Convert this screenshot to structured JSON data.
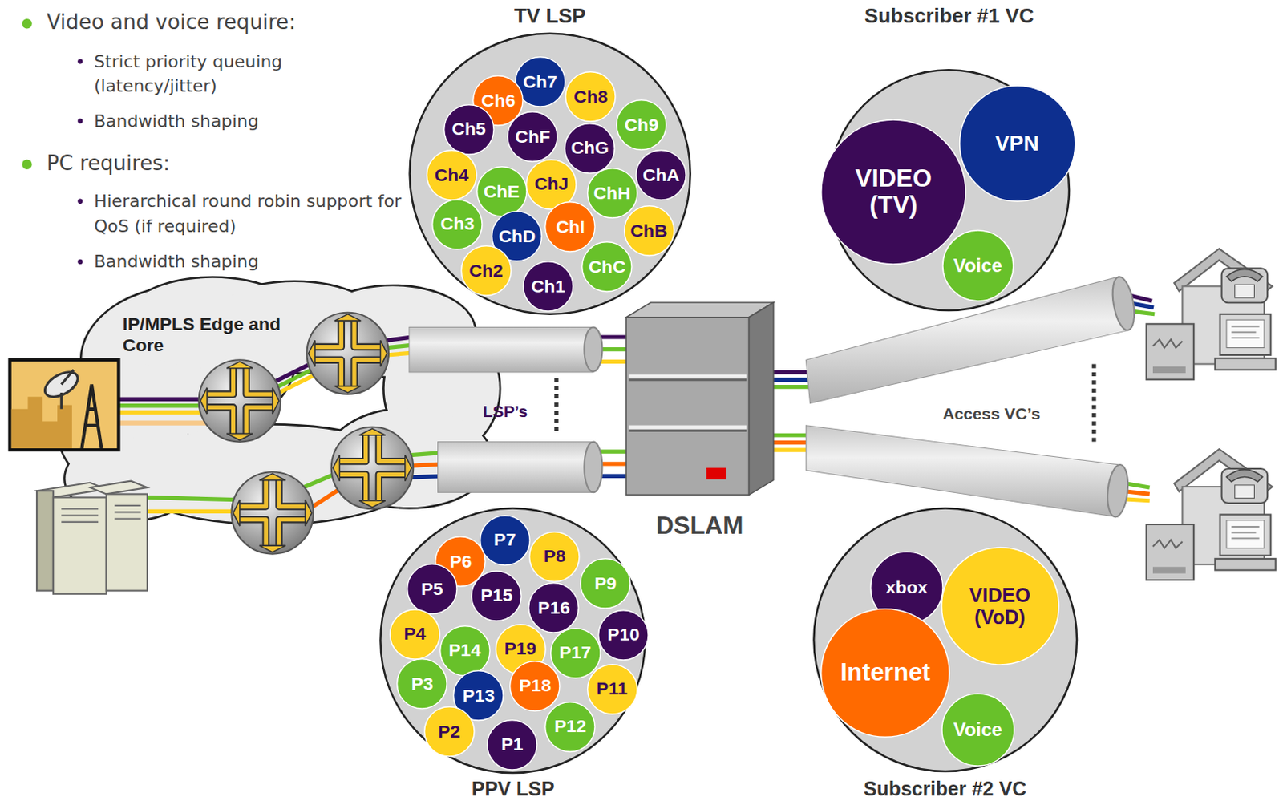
{
  "diagram": {
    "nodes": [
      {
        "text": [
          "TV LSP"
        ]
      },
      {
        "text": [
          "Ch7"
        ],
        "in": 0
      },
      {
        "text": [
          "Ch6"
        ],
        "in": 0
      },
      {
        "text": [
          "Ch8"
        ],
        "in": 0
      },
      {
        "text": [
          "Ch5"
        ],
        "in": 0
      },
      {
        "text": [
          "ChF"
        ],
        "in": 0
      },
      {
        "text": [
          "ChG"
        ],
        "in": 0
      },
      {
        "text": [
          "Ch9"
        ],
        "in": 0
      },
      {
        "text": [
          "Ch4"
        ],
        "in": 0
      },
      {
        "text": [
          "ChA"
        ],
        "in": 0
      },
      {
        "text": [
          "ChE"
        ],
        "in": 0
      },
      {
        "text": [
          "ChJ"
        ],
        "in": 0
      },
      {
        "text": [
          "ChH"
        ],
        "in": 0
      },
      {
        "text": [
          "Ch3"
        ],
        "in": 0
      },
      {
        "text": [
          "ChD"
        ],
        "in": 0
      },
      {
        "text": [
          "ChI"
        ],
        "in": 0
      },
      {
        "text": [
          "ChB"
        ],
        "in": 0
      },
      {
        "text": [
          "Ch2"
        ],
        "in": 0
      },
      {
        "text": [
          "ChC"
        ],
        "in": 0
      },
      {
        "text": [
          "Ch1"
        ],
        "in": 0
      },
      {
        "text": [
          "Subscriber #1 VC"
        ]
      },
      {
        "text": [
          "VIDEO (TV)"
        ],
        "in": 20
      },
      {
        "text": [
          "VPN"
        ],
        "in": 20
      },
      {
        "text": [
          "Voice"
        ],
        "in": 20
      },
      {
        "text": [
          "DSLAM"
        ]
      },
      {
        "text": [
          "PPV LSP"
        ]
      },
      {
        "text": [
          "P7"
        ],
        "in": 25
      },
      {
        "text": [
          "P6"
        ],
        "in": 25
      },
      {
        "text": [
          "P8"
        ],
        "in": 25
      },
      {
        "text": [
          "P5"
        ],
        "in": 25
      },
      {
        "text": [
          "P15"
        ],
        "in": 25
      },
      {
        "text": [
          "P16"
        ],
        "in": 25
      },
      {
        "text": [
          "P9"
        ],
        "in": 25
      },
      {
        "text": [
          "P4"
        ],
        "in": 25
      },
      {
        "text": [
          "P10"
        ],
        "in": 25
      },
      {
        "text": [
          "P14"
        ],
        "in": 25
      },
      {
        "text": [
          "P19"
        ],
        "in": 25
      },
      {
        "text": [
          "P17"
        ],
        "in": 25
      },
      {
        "text": [
          "P3"
        ],
        "in": 25
      },
      {
        "text": [
          "P13"
        ],
        "in": 25
      },
      {
        "text": [
          "P18"
        ],
        "in": 25
      },
      {
        "text": [
          "P11"
        ],
        "in": 25
      },
      {
        "text": [
          "P2"
        ],
        "in": 25
      },
      {
        "text": [
          "P12"
        ],
        "in": 25
      },
      {
        "text": [
          "P1"
        ],
        "in": 25
      },
      {
        "text": [
          "Subscriber #2 VC"
        ]
      },
      {
        "text": [
          "xbox"
        ],
        "in": 45
      },
      {
        "text": [
          "VIDEO (VoD)"
        ],
        "in": 45
      },
      {
        "text": [
          "Internet"
        ],
        "in": 45
      },
      {
        "text": [
          "Voice"
        ],
        "in": 45
      }
    ],
    "labels": [
      "Video and voice require:",
      "Strict priority queuing (latency/jitter)",
      "Bandwidth shaping",
      "PC requires:",
      "Hierarchical round robin support for QoS (if required)",
      "Bandwidth shaping",
      "IP/MPLS Edge and Core",
      "LSP’s",
      "Access VC’s"
    ]
  }
}
